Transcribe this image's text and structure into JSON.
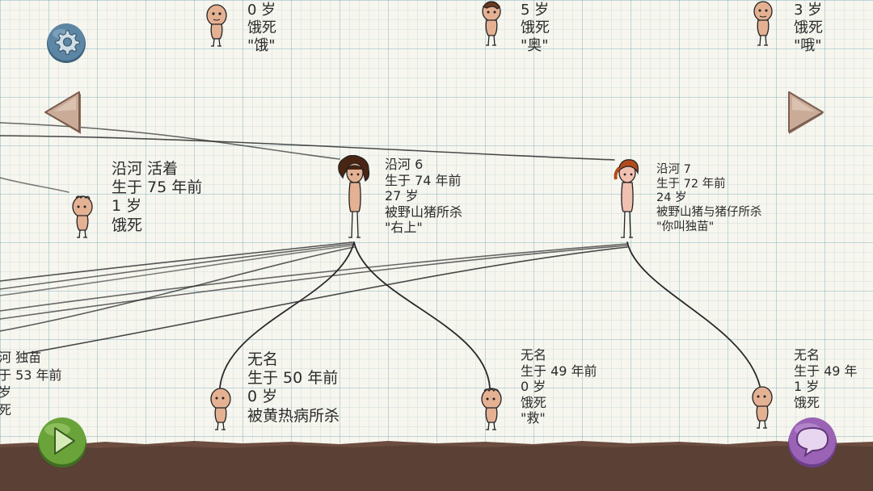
{
  "family": [
    {
      "id": "top-a",
      "lines": [
        "0 岁",
        "饿死",
        "\"饿\""
      ]
    },
    {
      "id": "top-b",
      "lines": [
        "5 岁",
        "饿死",
        "\"奥\""
      ]
    },
    {
      "id": "top-c",
      "lines": [
        "3 岁",
        "饿死",
        "\"哦\""
      ]
    },
    {
      "id": "left-child",
      "lines": [
        "沿河 活着",
        "生于 75 年前",
        "1 岁",
        "饿死"
      ]
    },
    {
      "id": "yanhe6",
      "lines": [
        "沿河 6",
        "生于 74 年前",
        "27 岁",
        "被野山猪所杀",
        "\"右上\""
      ]
    },
    {
      "id": "yanhe7",
      "lines": [
        "沿河 7",
        "生于 72 年前",
        "24 岁",
        "被野山猪与猪仔所杀",
        "\"你叫独苗\""
      ]
    },
    {
      "id": "far-left",
      "lines": [
        "河 独苗",
        "于 53 年前",
        "岁",
        "死"
      ]
    },
    {
      "id": "child-1",
      "lines": [
        "无名",
        "生于 50 年前",
        "0 岁",
        "被黄热病所杀"
      ]
    },
    {
      "id": "child-2",
      "lines": [
        "无名",
        "生于 49 年前",
        "0 岁",
        "饿死",
        "\"救\""
      ]
    },
    {
      "id": "child-3",
      "lines": [
        "无名",
        "生于 49 年",
        "1 岁",
        "饿死"
      ]
    }
  ],
  "buttons": {
    "settings": "gear-icon",
    "back": "left-arrow-icon",
    "forward": "right-arrow-icon",
    "play": "play-icon",
    "chat": "speech-bubble-icon"
  },
  "colors": {
    "grid": "#9cc4d1",
    "ground": "#5a4035",
    "ground_top": "#6b4c3f",
    "settings": "#5c86a3",
    "play": "#6aa33a",
    "chat": "#9a63b5",
    "arrow": "#b89682"
  }
}
